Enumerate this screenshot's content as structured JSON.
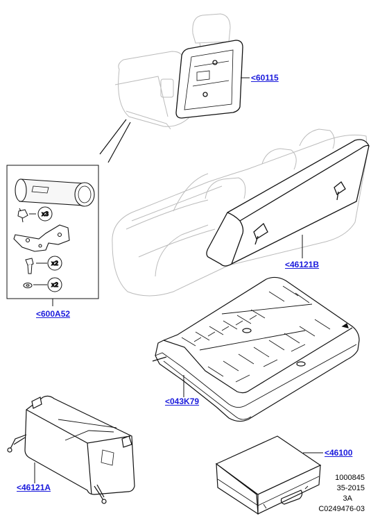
{
  "callouts": {
    "seat_back_panel": "<60115",
    "load_cover": "<46121B",
    "kit": "<600A52",
    "floor_panel": "<043K79",
    "cargo_organizer": "<46121A",
    "box": "<46100"
  },
  "kit_quantities": {
    "clip": "x3",
    "bolt": "x2",
    "washer": "x2"
  },
  "meta": {
    "line1": "1000845",
    "line2": "35-2015",
    "line3": "3A",
    "line4": "C0249476-03"
  }
}
